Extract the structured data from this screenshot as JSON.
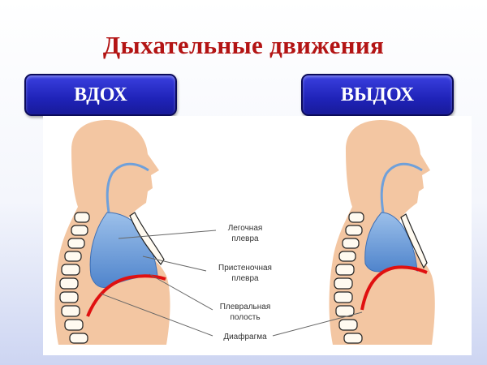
{
  "title": "Дыхательные движения",
  "inhale_label": "ВДОХ",
  "exhale_label": "ВЫДОХ",
  "labels": {
    "pulmonary_pleura": [
      "Легочная",
      "плевра"
    ],
    "parietal_pleura": [
      "Пристеночная",
      "плевра"
    ],
    "pleural_cavity": [
      "Плевральная",
      "полость"
    ],
    "diaphragm": [
      "Диафрагма"
    ]
  },
  "colors": {
    "title": "#b31414",
    "badge": "#2428c4",
    "skin": "#f3c6a2",
    "lung": "#5c8fd3",
    "diaphragm": "#e01010"
  }
}
